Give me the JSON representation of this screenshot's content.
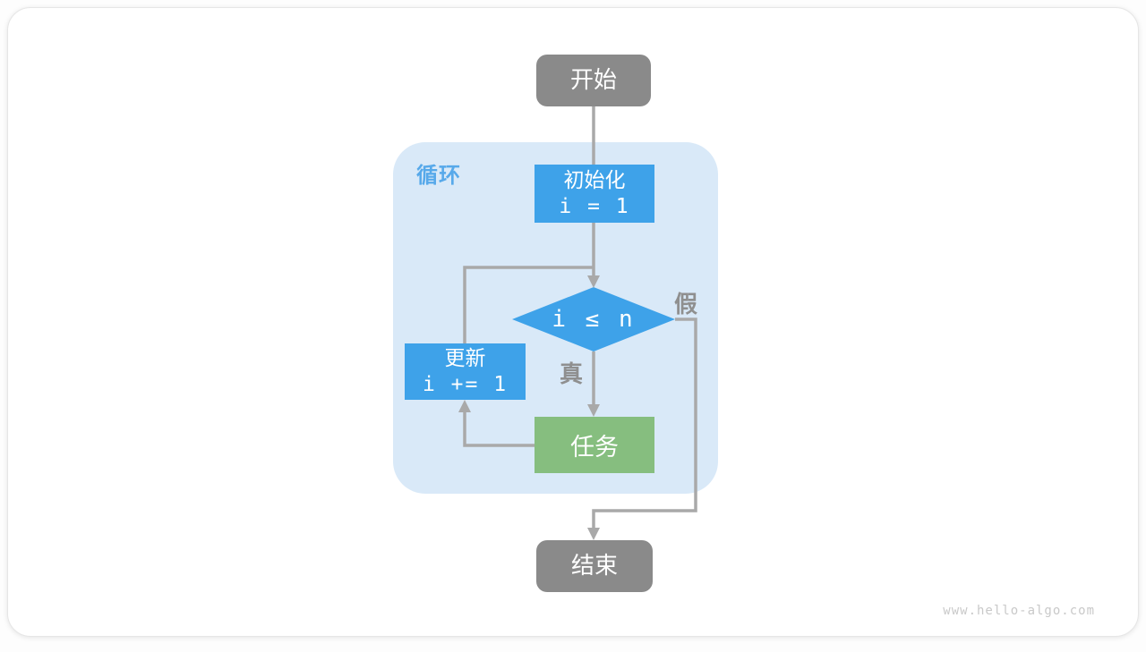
{
  "page": {
    "watermark": "www.hello-algo.com"
  },
  "flowchart": {
    "start": {
      "label": "开始"
    },
    "loop_container": {
      "label": "循环"
    },
    "init": {
      "title": "初始化",
      "code": "i = 1"
    },
    "condition": {
      "code": "i ≤ n"
    },
    "branch_true": {
      "label": "真"
    },
    "branch_false": {
      "label": "假"
    },
    "task": {
      "label": "任务"
    },
    "update": {
      "title": "更新",
      "code": "i += 1"
    },
    "end": {
      "label": "结束"
    },
    "colors": {
      "terminal_gray": "#8a8a8a",
      "process_blue": "#3ea2e9",
      "task_green": "#86be7f",
      "loop_background": "#d9e9f8",
      "loop_label_blue": "#57a9ea",
      "arrow_gray": "#a9a9a9",
      "branch_label_gray": "#8f8f8f"
    }
  }
}
